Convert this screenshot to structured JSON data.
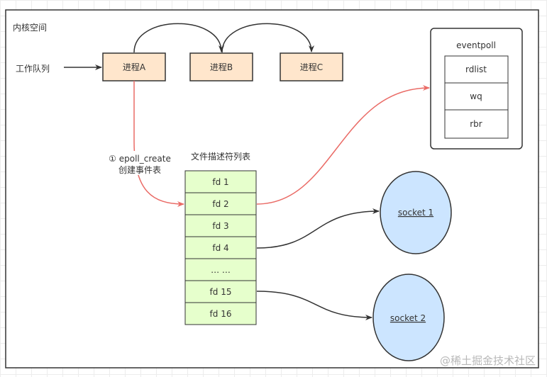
{
  "kernel_label": "内核空间",
  "work_queue_label": "工作队列",
  "processes": [
    "进程A",
    "进程B",
    "进程C"
  ],
  "eventpoll": {
    "title": "eventpoll",
    "fields": [
      "rdlist",
      "wq",
      "rbr"
    ]
  },
  "epoll_create_label": [
    "① epoll_create",
    "创建事件表"
  ],
  "fd_table": {
    "title": "文件描述符列表",
    "rows": [
      "fd 1",
      "fd 2",
      "fd 3",
      "fd 4",
      "… …",
      "fd 15",
      "fd 16"
    ]
  },
  "sockets": [
    "socket 1",
    "socket 2"
  ],
  "watermark": "@稀土掘金技术社区",
  "colors": {
    "process_fill": "#ffe6cc",
    "fd_fill": "#e6ffcc",
    "socket_fill": "#cce5ff",
    "red_link": "#ea6b66",
    "stroke": "#333333"
  }
}
